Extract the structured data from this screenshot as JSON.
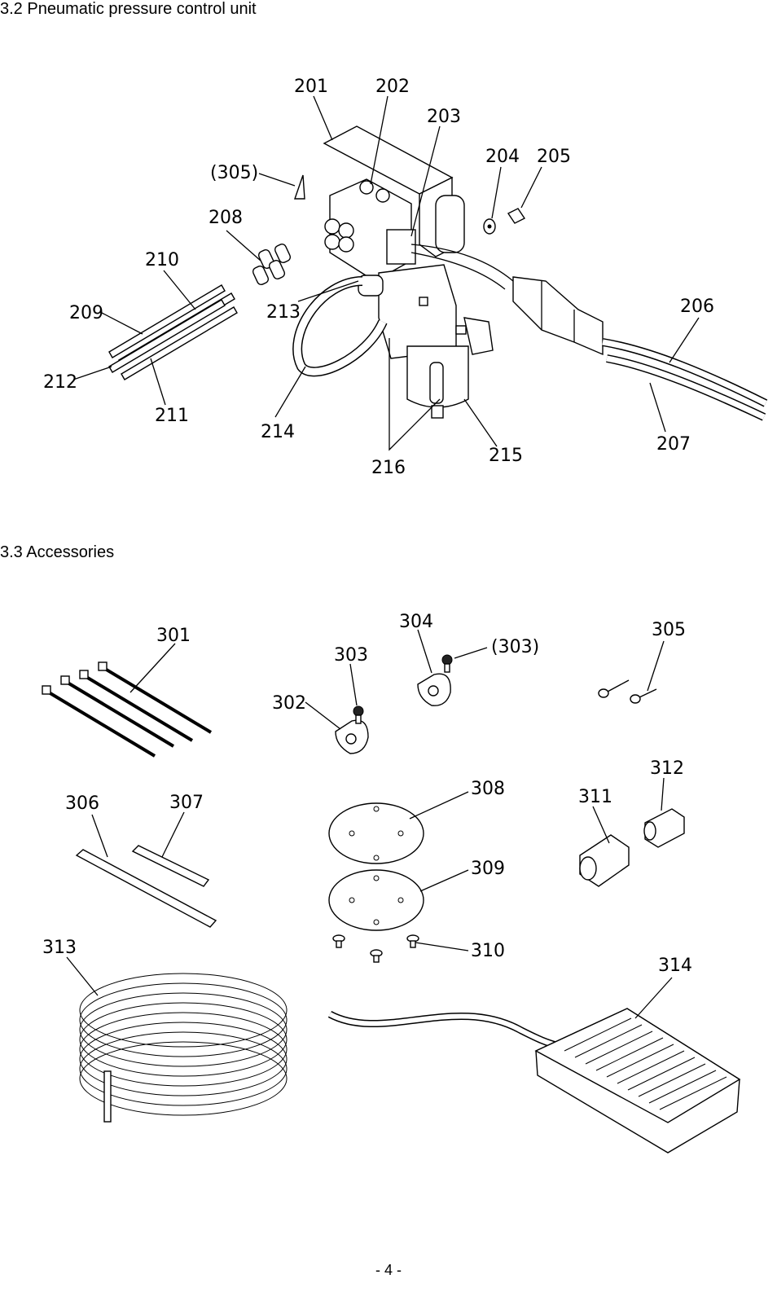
{
  "section_pneumatic": {
    "title": "3.2 Pneumatic pressure control unit"
  },
  "section_accessories": {
    "title": "3.3 Accessories"
  },
  "page_number": "- 4 -",
  "pneumatic_labels": {
    "l201": "201",
    "l202": "202",
    "l203": "203",
    "l204": "204",
    "l205": "205",
    "l206": "206",
    "l207": "207",
    "l208": "208",
    "l209": "209",
    "l210": "210",
    "l211": "211",
    "l212": "212",
    "l213": "213",
    "l214": "214",
    "l215": "215",
    "l216": "216",
    "l305ref": "(305)"
  },
  "accessory_labels": {
    "l301": "301",
    "l302": "302",
    "l303": "303",
    "l303ref": "(303)",
    "l304": "304",
    "l305": "305",
    "l306": "306",
    "l307": "307",
    "l308": "308",
    "l309": "309",
    "l310": "310",
    "l311": "311",
    "l312": "312",
    "l313": "313",
    "l314": "314"
  }
}
